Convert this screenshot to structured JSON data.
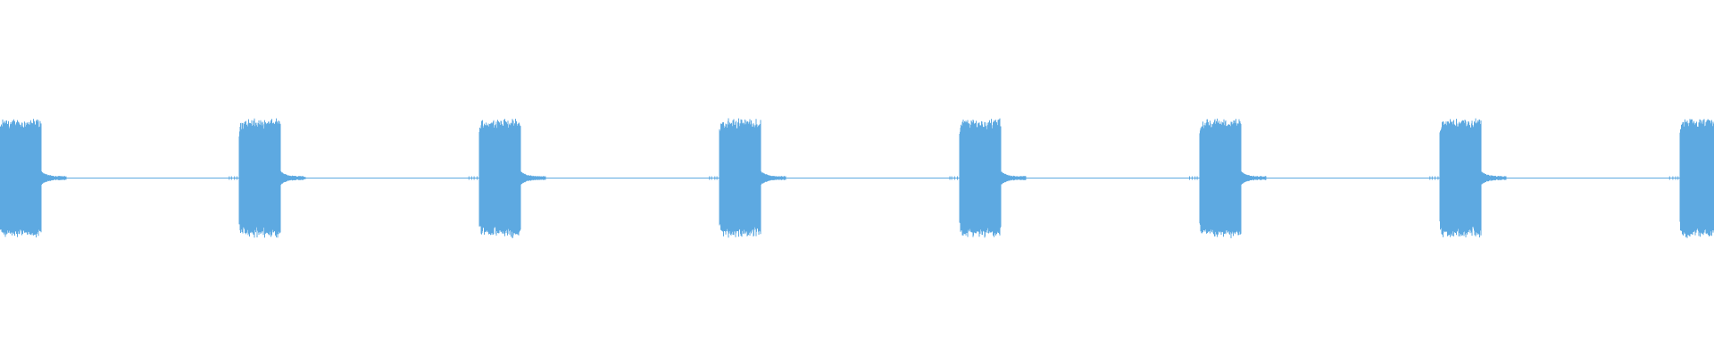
{
  "waveform": {
    "color": "#5DA9E1",
    "background": "#FFFFFF",
    "burst_count": 8,
    "burst_amplitude": 0.55,
    "baseline_noise_amplitude": 0.01,
    "burst_shape": "rectangular-noise-envelope-with-decaying-tail"
  }
}
